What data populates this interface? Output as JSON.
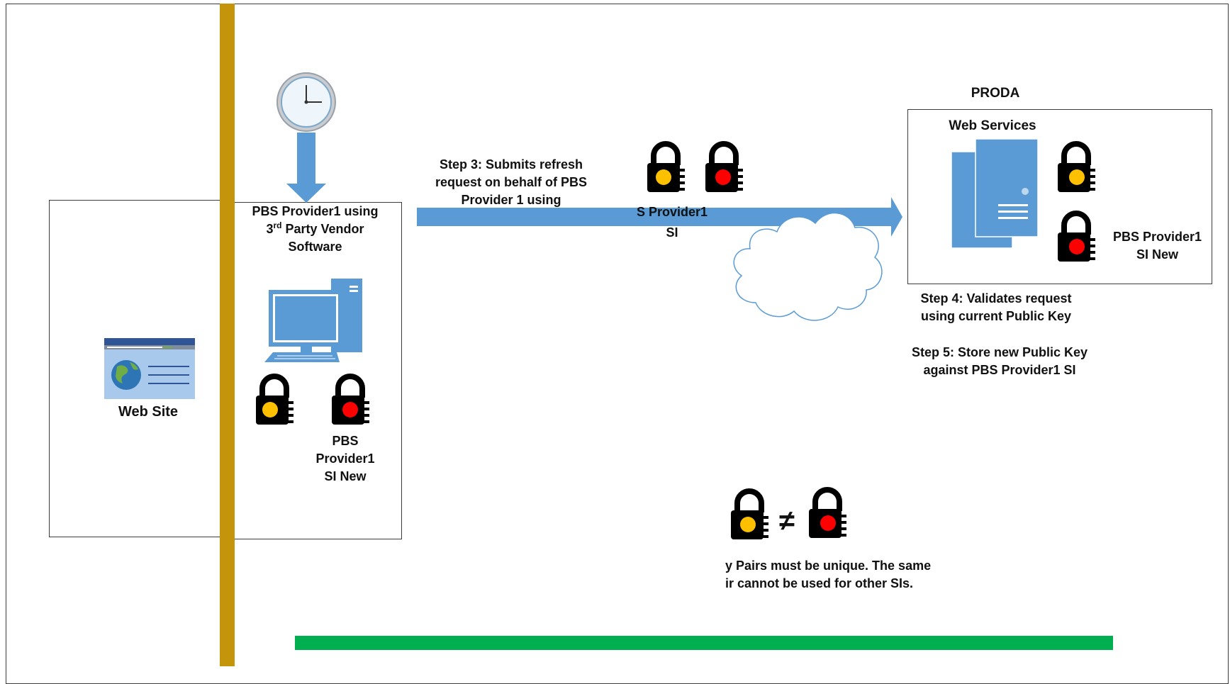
{
  "website": {
    "label": "Web Site",
    "icon": "browser-globe-icon"
  },
  "vendor": {
    "title_line1": "PBS Provider1 using",
    "title_line2_prefix": "3",
    "title_line2_sup": "rd",
    "title_line2_suffix": " Party Vendor",
    "title_line3": "Software",
    "computer_icon": "desktop-computer-icon",
    "clock_icon": "clock-icon",
    "current_key_icon": "padlock-yellow-icon",
    "new_key_icon": "padlock-red-icon",
    "new_key_line1": "PBS",
    "new_key_line2": "Provider1",
    "new_key_line3": "SI New"
  },
  "step3": {
    "line1": "Step 3: Submits refresh",
    "line2": "request on behalf of PBS",
    "line3": "Provider 1 using",
    "keys_line1": "S Provider1",
    "keys_line2": "SI"
  },
  "proda": {
    "title": "PRODA",
    "web_services_label": "Web Services",
    "server_icon": "server-icon",
    "cloud_icon": "cloud-icon",
    "new_key_line1": "PBS Provider1",
    "new_key_line2": "SI New"
  },
  "step4": {
    "line1": "Step 4: Validates request",
    "line2": "using current Public Key"
  },
  "step5": {
    "line1": "Step 5: Store new Public Key",
    "line2": "against PBS Provider1 SI"
  },
  "uniqueness": {
    "symbol": "≠",
    "line1": "y Pairs must be unique. The same",
    "line2": "ir cannot be used for other SIs."
  },
  "colors": {
    "divider_gold": "#c4950a",
    "accent_blue": "#5b9bd5",
    "green_bar": "#00b050",
    "lock_yellow": "#ffc000",
    "lock_red": "#ff0000"
  }
}
